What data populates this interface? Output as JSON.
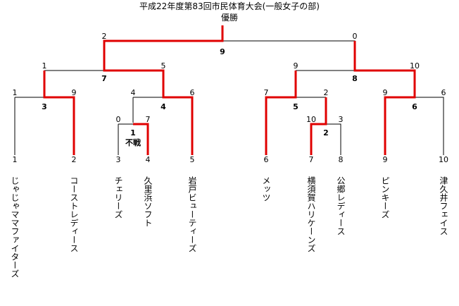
{
  "header": {
    "title": "平成22年度第83回市民体育大会(一般女子の部)",
    "subtitle": "優勝"
  },
  "bracket": {
    "final": {
      "left_score": "2",
      "right_score": "0",
      "match_no": "9"
    },
    "semis": [
      {
        "left_score": "1",
        "right_score": "5",
        "match_no": "7"
      },
      {
        "left_score": "9",
        "right_score": "10",
        "match_no": "8"
      }
    ],
    "quarters": [
      {
        "left_score": "1",
        "right_score": "9",
        "match_no": "3"
      },
      {
        "left_score": "4",
        "right_score": "6",
        "match_no": "4"
      },
      {
        "left_score": "7",
        "right_score": "2",
        "match_no": "5"
      },
      {
        "left_score": "9",
        "right_score": "6",
        "match_no": "6"
      }
    ],
    "first_round": [
      {
        "left_score": "0",
        "right_score": "7",
        "match_no": "1",
        "note": "不戦"
      },
      {
        "left_score": "10",
        "right_score": "3",
        "match_no": "2"
      }
    ],
    "teams": [
      {
        "no": "1",
        "name": "じゃじゃママファイターズ"
      },
      {
        "no": "2",
        "name": "コーストレディース"
      },
      {
        "no": "3",
        "name": "チェリーズ"
      },
      {
        "no": "4",
        "name": "久里浜ソフト"
      },
      {
        "no": "5",
        "name": "岩戸ビューティーズ"
      },
      {
        "no": "6",
        "name": "メッツ"
      },
      {
        "no": "7",
        "name": "横須賀ハリケーンズ"
      },
      {
        "no": "8",
        "name": "公郷レディース"
      },
      {
        "no": "9",
        "name": "ピンキーズ"
      },
      {
        "no": "10",
        "name": "津久井フェイス"
      }
    ],
    "colors": {
      "line": "#000000",
      "winner": "#e00000"
    }
  }
}
